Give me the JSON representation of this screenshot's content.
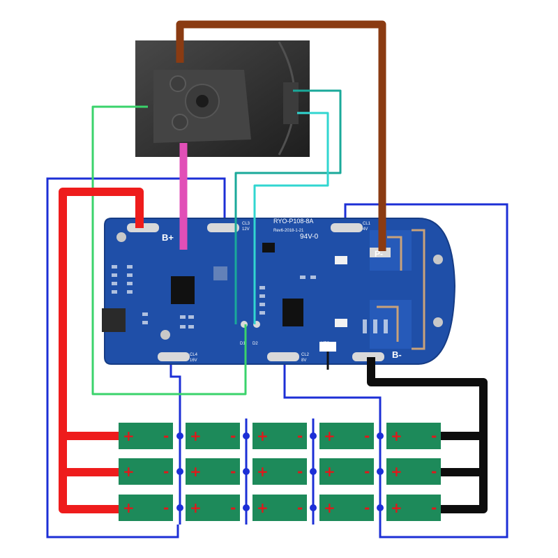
{
  "board": {
    "model": "RYO-P108-8A",
    "revision": "Rev6-2018-1-21",
    "rating": "94V-0",
    "b_plus": "B+",
    "b_minus": "B-",
    "p_minus": "P-",
    "cl1_label": "CL1",
    "cl1_voltage": "4V",
    "cl2_label": "CL2",
    "cl2_voltage": "8V",
    "cl3_label": "CL3",
    "cl3_voltage": "12V",
    "cl4_label": "CL4",
    "cl4_voltage": "16V",
    "ntc_label": "NTC",
    "d1_label": "D1",
    "d2_label": "D2"
  },
  "cells": {
    "plus_sign": "+",
    "minus_sign": "-"
  },
  "colors": {
    "board": "#1f4fa8",
    "board_edge": "#163c85",
    "cell": "#1d8a5a",
    "wire_red": "#ee1c1c",
    "wire_black": "#0d0d0d",
    "wire_blue": "#1c2fd6",
    "wire_brown": "#8a3b12",
    "wire_pink": "#e14fb7",
    "wire_green": "#3ad36b",
    "wire_teal": "#1aa99a",
    "wire_cyan": "#31d6d0",
    "connector": "#2f2f2f"
  }
}
